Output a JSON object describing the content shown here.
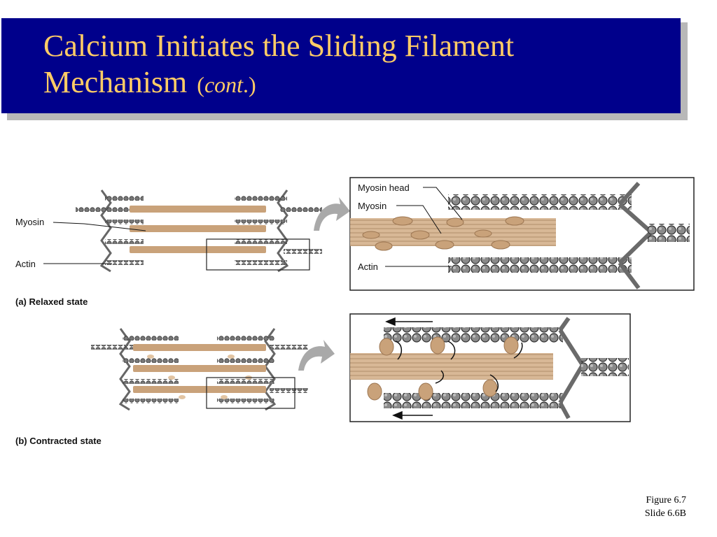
{
  "slide": {
    "title_main": "Calcium Initiates the Sliding Filament",
    "title_line2": "Mechanism",
    "title_suffix_open": "(",
    "title_suffix_italic": "cont",
    "title_suffix_close": ".)"
  },
  "figure": {
    "label_myosin": "Myosin",
    "label_actin": "Actin",
    "panel_a_caption": "(a) Relaxed state",
    "panel_b_caption": "(b) Contracted state",
    "zoom_a_myosin_head": "Myosin head",
    "zoom_a_myosin": "Myosin",
    "zoom_a_actin": "Actin"
  },
  "footer": {
    "figure_ref": "Figure 6.7",
    "slide_ref": "Slide 6.6B"
  },
  "colors": {
    "title_bg": "#00008b",
    "title_text": "#ffcc66",
    "myosin": "#c9a27a",
    "actin": "#555555"
  }
}
